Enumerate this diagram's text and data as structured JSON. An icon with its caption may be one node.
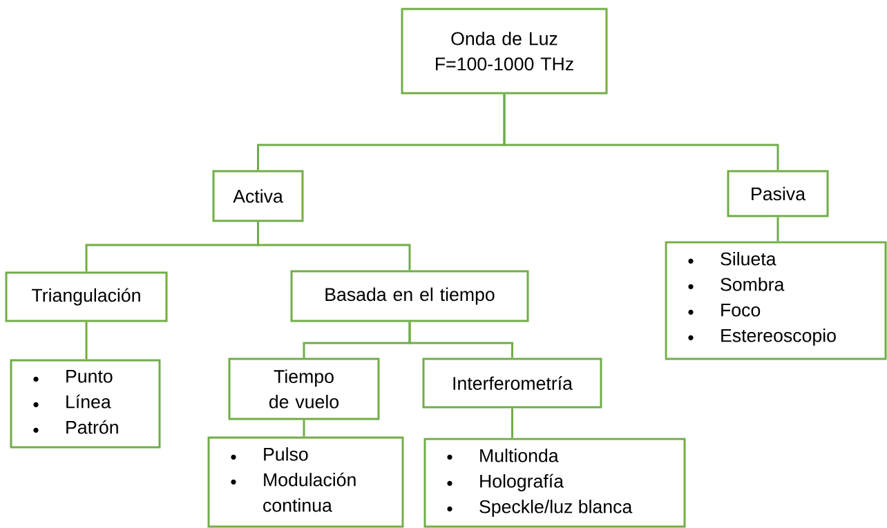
{
  "diagram": {
    "nodes": [
      {
        "text": [
          "Onda de Luz F=100-1000 THz"
        ]
      },
      {
        "text": [
          "Activa"
        ]
      },
      {
        "text": [
          "Pasiva"
        ]
      },
      {
        "text": [
          "Triangulación"
        ]
      },
      {
        "text": [
          "Basada en el tiempo"
        ]
      },
      {
        "text": [
          "Silueta",
          "Sombra",
          "Foco",
          "Estereoscopio"
        ]
      },
      {
        "text": [
          "Punto",
          "Línea",
          "Patrón"
        ]
      },
      {
        "text": [
          "Tiempo de vuelo"
        ]
      },
      {
        "text": [
          "Interferometría"
        ]
      },
      {
        "text": [
          "Pulso",
          "Modulación continua"
        ]
      },
      {
        "text": [
          "Multionda",
          "Holografía",
          "Speckle/luz blanca"
        ]
      }
    ],
    "edges": [
      {
        "from": 0,
        "to": 1,
        "arrow": "none"
      },
      {
        "from": 0,
        "to": 2,
        "arrow": "none"
      },
      {
        "from": 1,
        "to": 3,
        "arrow": "none"
      },
      {
        "from": 1,
        "to": 4,
        "arrow": "none"
      },
      {
        "from": 2,
        "to": 5,
        "arrow": "none"
      },
      {
        "from": 3,
        "to": 6,
        "arrow": "none"
      },
      {
        "from": 4,
        "to": 7,
        "arrow": "none"
      },
      {
        "from": 4,
        "to": 8,
        "arrow": "none"
      },
      {
        "from": 7,
        "to": 9,
        "arrow": "none"
      },
      {
        "from": 8,
        "to": 10,
        "arrow": "none"
      }
    ],
    "labels": [
      "•",
      "•",
      "•",
      "•",
      "•",
      "•",
      "•",
      "•",
      "•",
      "•",
      "•",
      "•"
    ]
  }
}
